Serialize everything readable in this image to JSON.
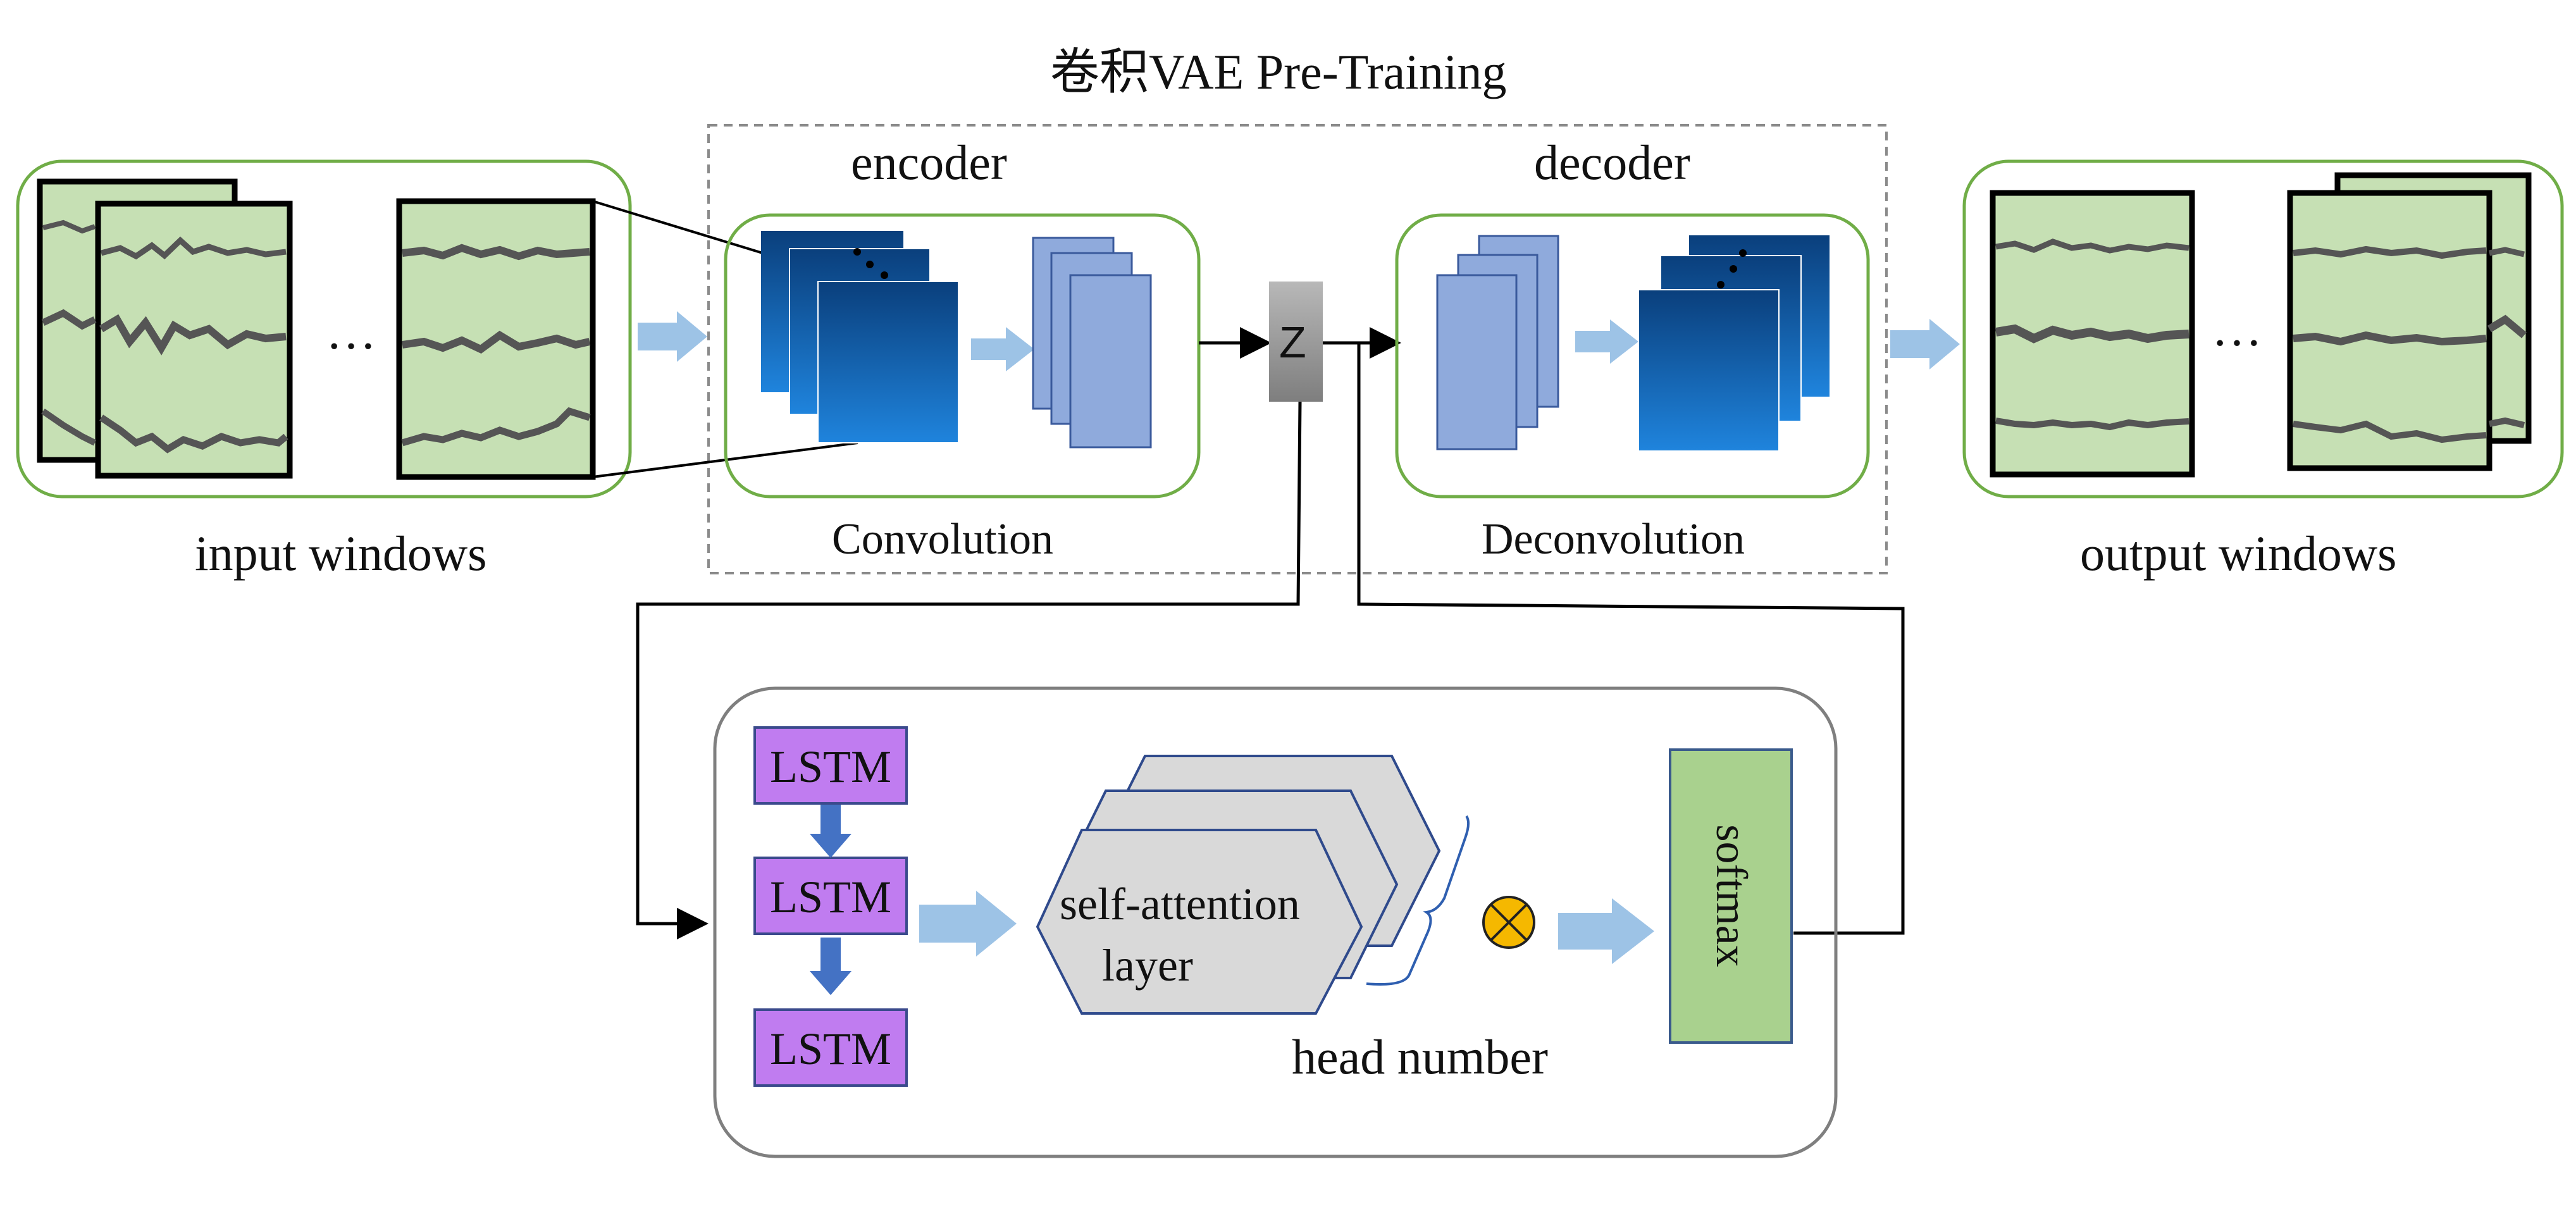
{
  "title": "卷积VAE Pre-Training",
  "vae": {
    "encoder_label": "encoder",
    "decoder_label": "decoder",
    "convolution_label": "Convolution",
    "deconvolution_label": "Deconvolution",
    "latent_label": "Z"
  },
  "windows": {
    "input_label": "input windows",
    "output_label": "output windows",
    "ellipsis": "…"
  },
  "attention": {
    "lstm_labels": [
      "LSTM",
      "LSTM",
      "LSTM"
    ],
    "self_attention_line1": "self-attention",
    "self_attention_line2": "layer",
    "head_number_label": "head number",
    "softmax_label": "softmax"
  },
  "colors": {
    "window_fill": "#c6e0b4",
    "window_group_border": "#70ad47",
    "feature_map_dark": "#0a4a8c",
    "feature_map_light": "#1f7fd6",
    "feature_map_pale": "#8faadc",
    "arrow_light_blue": "#9dc3e6",
    "lstm_fill": "#c07cf0",
    "attention_fill": "#d9d9d9",
    "softmax_fill": "#a9d18e",
    "multiply_fill": "#f5b800"
  }
}
